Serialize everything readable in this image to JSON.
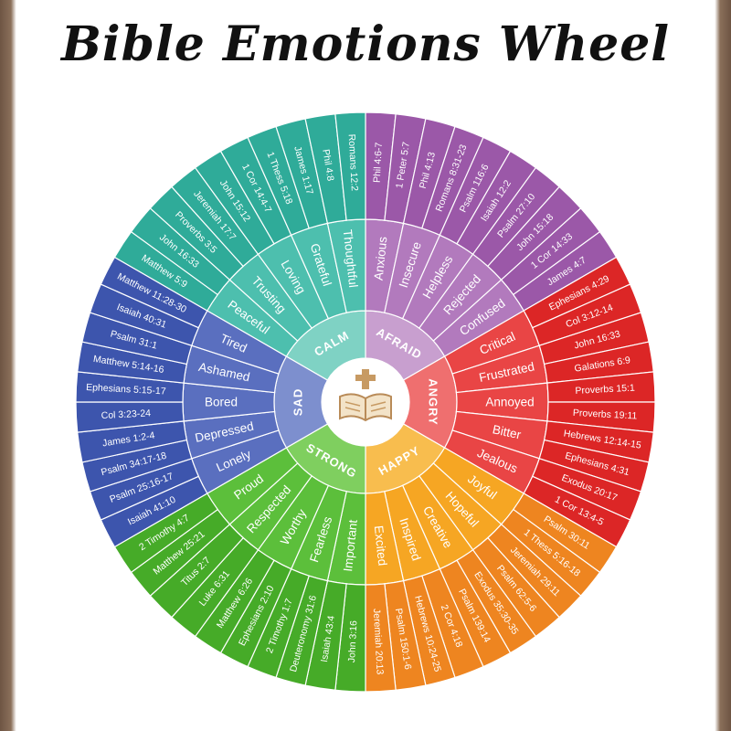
{
  "title": "Bible Emotions Wheel",
  "center_icon": "open-bible-cross-icon",
  "categories": [
    {
      "core": "AFRAID",
      "color_inner": "#c89fcf",
      "color_mid": "#b27abd",
      "color_outer": "#9b58a8",
      "emotions": [
        "Anxious",
        "Insecure",
        "Helpless",
        "Rejected",
        "Confused"
      ],
      "verses": [
        "Phil 4:6-7",
        "1 Peter 5:7",
        "Phil 4:13",
        "Romans 8:31-23",
        "Psalm 116:6",
        "Isaiah 12:2",
        "Psalm 27:10",
        "John 15:18",
        "1 Cor 14:33",
        "James 4:7"
      ]
    },
    {
      "core": "ANGRY",
      "color_inner": "#ef6f6f",
      "color_mid": "#e94545",
      "color_outer": "#dc2626",
      "emotions": [
        "Critical",
        "Frustrated",
        "Annoyed",
        "Bitter",
        "Jealous"
      ],
      "verses": [
        "Ephesians 4:29",
        "Col 3:12-14",
        "John 16:33",
        "Galations 6:9",
        "Proverbs 15:1",
        "Proverbs 19:11",
        "Hebrews 12:14-15",
        "Ephesians 4:31",
        "Exodus 20:17",
        "1 Cor 13:4-5"
      ]
    },
    {
      "core": "HAPPY",
      "color_inner": "#f8bd4e",
      "color_mid": "#f6a623",
      "color_outer": "#ee8520",
      "emotions": [
        "Joyful",
        "Hopeful",
        "Creative",
        "Inspired",
        "Excited"
      ],
      "verses": [
        "Psalm 30:11",
        "1 Thess 5:16-18",
        "Jeremiah 29:11",
        "Psalm 62:5-6",
        "Exodus 35:30-35",
        "Psalm 139:14",
        "2 Cor 4:18",
        "Hebrews 10:24-25",
        "Psalm 150:1-6",
        "Jeremiah 20:13"
      ]
    },
    {
      "core": "STRONG",
      "color_inner": "#7fcf5f",
      "color_mid": "#5cbf3b",
      "color_outer": "#46ab28",
      "emotions": [
        "Important",
        "Fearless",
        "Worthy",
        "Respected",
        "Proud"
      ],
      "verses": [
        "John 3:16",
        "Isaiah 43:4",
        "Deuteronomy 31:6",
        "2 Timothy 1:7",
        "Ephesians 2:10",
        "Matthew 6:26",
        "Luke 6:31",
        "Titus 2:7",
        "Matthew 25:21",
        "2 Timothy 4:7"
      ]
    },
    {
      "core": "SAD",
      "color_inner": "#7d8fce",
      "color_mid": "#5a6fbf",
      "color_outer": "#3d55ad",
      "emotions": [
        "Lonely",
        "Depressed",
        "Bored",
        "Ashamed",
        "Tired"
      ],
      "verses": [
        "Isaiah 41:10",
        "Psalm 25:16-17",
        "Psalm 34:17-18",
        "James 1:2-4",
        "Col 3:23-24",
        "Ephesians 5:15-17",
        "Matthew 5:14-16",
        "Psalm 31:1",
        "Isaiah 40:31",
        "Matthew 11:28-30"
      ]
    },
    {
      "core": "CALM",
      "color_inner": "#7fd2c4",
      "color_mid": "#4dbfae",
      "color_outer": "#2fab99",
      "emotions": [
        "Peaceful",
        "Trusting",
        "Loving",
        "Grateful",
        "Thoughtful"
      ],
      "verses": [
        "Matthew 5:9",
        "John 16:33",
        "Proverbs 3:5",
        "Jeremiah 17:7",
        "John 15:12",
        "1 Cor 14:4-7",
        "1 Thess 5:18",
        "James 1:17",
        "Phil 4:8",
        "Romans 12:2"
      ]
    }
  ]
}
